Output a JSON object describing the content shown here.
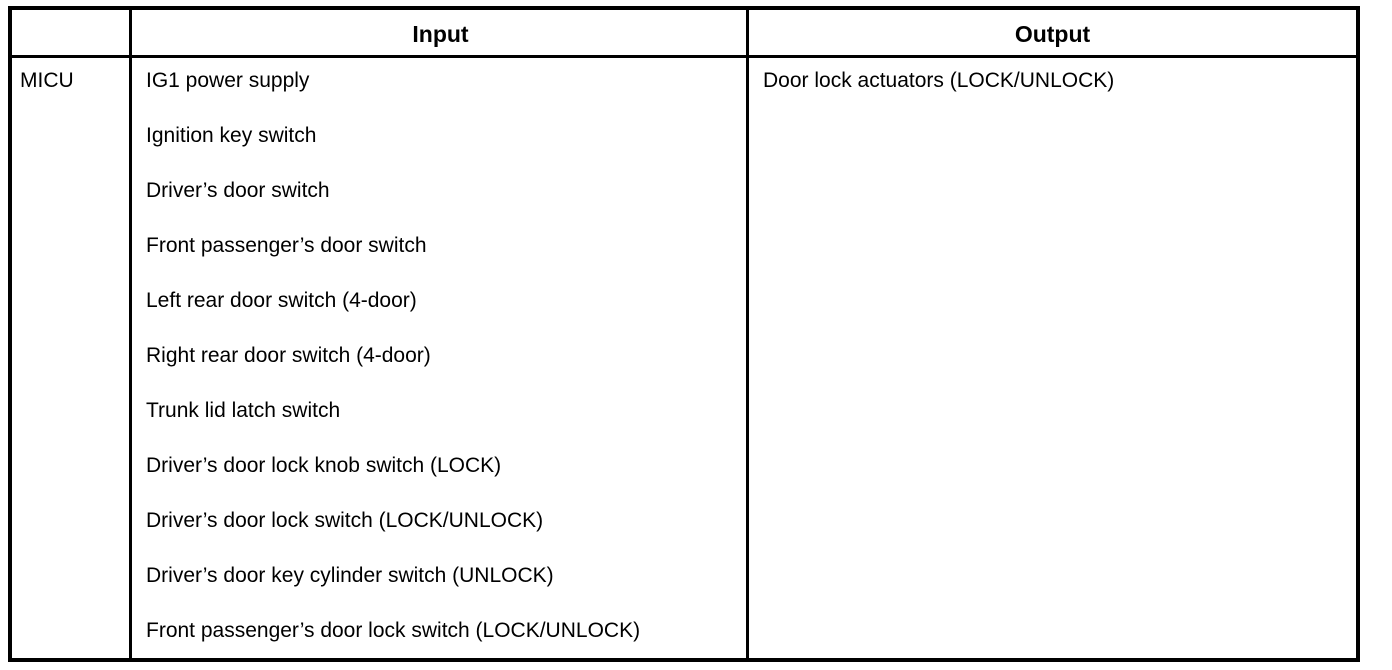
{
  "table": {
    "headers": {
      "unit": "",
      "input": "Input",
      "output": "Output"
    },
    "rows": [
      {
        "unit": "MICU",
        "inputs": [
          "IG1 power supply",
          "Ignition key switch",
          "Driver’s door switch",
          "Front passenger’s door switch",
          "Left rear door switch (4-door)",
          "Right rear door switch (4-door)",
          "Trunk lid latch switch",
          "Driver’s door lock knob switch (LOCK)",
          "Driver’s door lock switch (LOCK/UNLOCK)",
          "Driver’s door key cylinder switch (UNLOCK)",
          "Front passenger’s door lock switch (LOCK/UNLOCK)"
        ],
        "outputs": [
          "Door lock actuators (LOCK/UNLOCK)"
        ]
      }
    ]
  },
  "colors": {
    "border": "#000000",
    "text": "#000000",
    "background": "#ffffff"
  }
}
